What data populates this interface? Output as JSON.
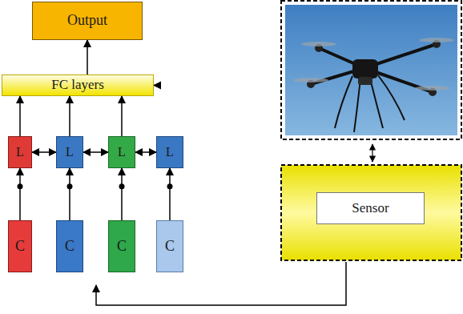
{
  "diagram": {
    "nodes": [
      {
        "text": [
          "Output"
        ]
      },
      {
        "text": [
          "FC layers"
        ]
      },
      {
        "text": [
          "L"
        ]
      },
      {
        "text": [
          "L"
        ]
      },
      {
        "text": [
          "L"
        ]
      },
      {
        "text": [
          "L"
        ]
      },
      {
        "text": [
          "C"
        ]
      },
      {
        "text": [
          "C"
        ]
      },
      {
        "text": [
          "C"
        ]
      },
      {
        "text": [
          "C"
        ]
      },
      {
        "text": [
          "Sensor"
        ]
      }
    ],
    "edges": [
      {
        "from": 1,
        "to": 0,
        "arrow": "to"
      },
      {
        "from": 2,
        "to": 1,
        "arrow": "to"
      },
      {
        "from": 3,
        "to": 1,
        "arrow": "to"
      },
      {
        "from": 4,
        "to": 1,
        "arrow": "to"
      },
      {
        "from": 5,
        "to": 1,
        "arrow": "to"
      },
      {
        "from": 2,
        "to": 3,
        "arrow": "both"
      },
      {
        "from": 3,
        "to": 4,
        "arrow": "both"
      },
      {
        "from": 4,
        "to": 5,
        "arrow": "both"
      },
      {
        "from": 6,
        "to": 2,
        "arrow": "to"
      },
      {
        "from": 7,
        "to": 3,
        "arrow": "to"
      },
      {
        "from": 8,
        "to": 4,
        "arrow": "to"
      },
      {
        "from": 9,
        "to": 5,
        "arrow": "to"
      }
    ]
  }
}
